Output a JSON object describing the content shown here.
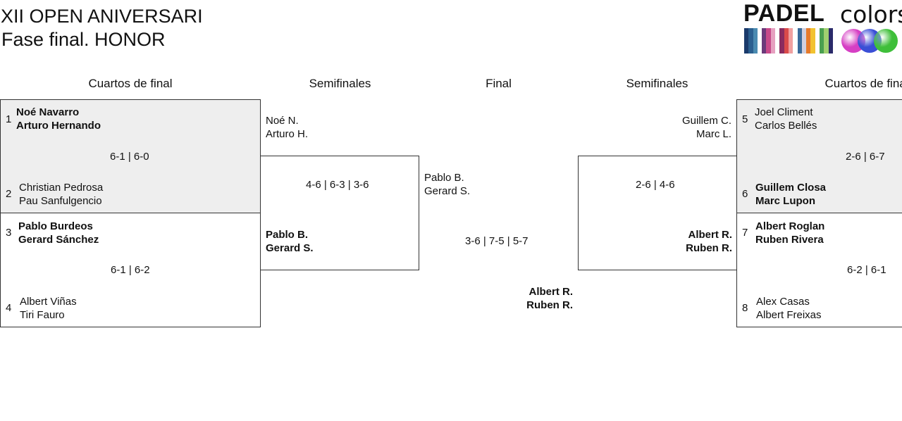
{
  "header": {
    "title": "XII OPEN ANIVERSARI",
    "subtitle": "Fase final. HONOR"
  },
  "logo": {
    "word1": "PADEL",
    "word2": "colors",
    "stripe_colors": [
      "#1a3a6b",
      "#2b5f8f",
      "#4a8ab0",
      "#ffffff",
      "#6b3a7a",
      "#c74a8a",
      "#e6a0c0",
      "#ffffff",
      "#8a2b5f",
      "#d94a4a",
      "#f0a0a0",
      "#ffffff",
      "#3a6a9a",
      "#d0d0e0",
      "#e67a2a",
      "#f2c230",
      "#ffffff",
      "#4aa050",
      "#a0d070",
      "#2a2a6a"
    ],
    "ball_colors": [
      "#d63fc4",
      "#3a4fd6",
      "#3fbf3a"
    ]
  },
  "columns": {
    "left_quarters": "Cuartos de final",
    "left_semis": "Semifinales",
    "final": "Final",
    "right_semis": "Semifinales",
    "right_quarters": "Cuartos de final"
  },
  "left_qf1": {
    "seed_a": "1",
    "team_a_1": "Noé Navarro",
    "team_a_2": "Arturo Hernando",
    "score": "6-1 | 6-0",
    "seed_b": "2",
    "team_b_1": "Christian Pedrosa",
    "team_b_2": "Pau Sanfulgencio"
  },
  "left_qf2": {
    "seed_a": "3",
    "team_a_1": "Pablo Burdeos",
    "team_a_2": "Gerard Sánchez",
    "score": "6-1 | 6-2",
    "seed_b": "4",
    "team_b_1": "Albert Viñas",
    "team_b_2": "Tiri Fauro"
  },
  "left_sf": {
    "team_a_1": "Noé N.",
    "team_a_2": "Arturo H.",
    "score": "4-6 | 6-3 | 3-6",
    "team_b_1": "Pablo B.",
    "team_b_2": "Gerard S."
  },
  "final": {
    "team_a_1": "Pablo B.",
    "team_a_2": "Gerard S.",
    "score": "3-6 | 7-5 | 5-7",
    "team_b_1": "Albert R.",
    "team_b_2": "Ruben R."
  },
  "right_sf": {
    "team_a_1": "Guillem C.",
    "team_a_2": "Marc L.",
    "score": "2-6 | 4-6",
    "team_b_1": "Albert R.",
    "team_b_2": "Ruben R."
  },
  "right_qf1": {
    "seed_a": "5",
    "team_a_1": "Joel Climent",
    "team_a_2": "Carlos Bellés",
    "score": "2-6 | 6-7",
    "seed_b": "6",
    "team_b_1": "Guillem Closa",
    "team_b_2": "Marc Lupon"
  },
  "right_qf2": {
    "seed_a": "7",
    "team_a_1": "Albert Roglan",
    "team_a_2": "Ruben Rivera",
    "score": "6-2 | 6-1",
    "seed_b": "8",
    "team_b_1": "Alex Casas",
    "team_b_2": "Albert Freixas"
  }
}
